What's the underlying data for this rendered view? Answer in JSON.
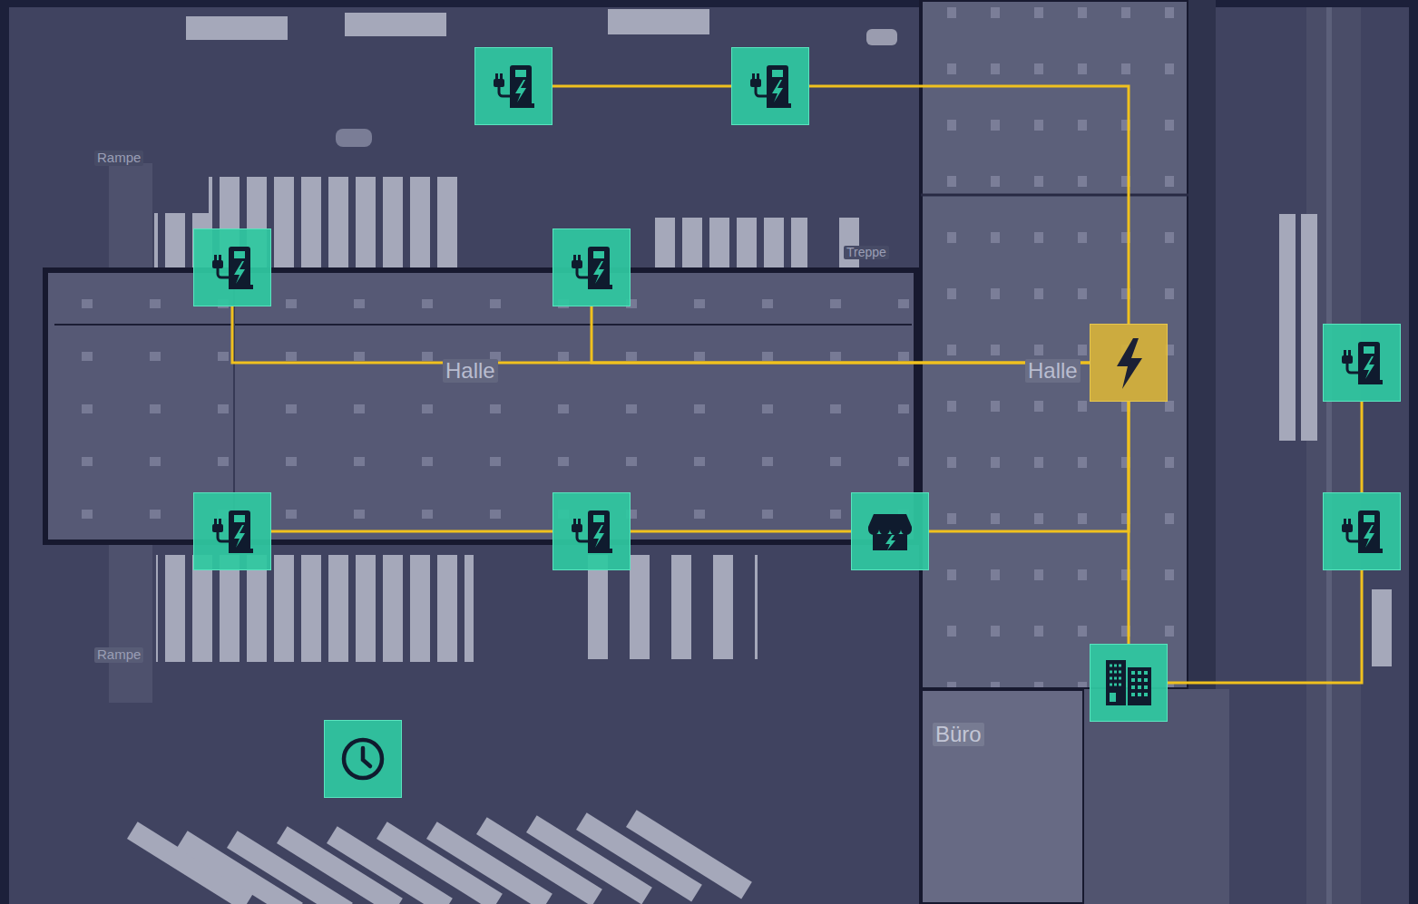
{
  "diagram": {
    "nodes": [
      {
        "text": []
      },
      {
        "text": []
      },
      {
        "text": []
      },
      {
        "text": []
      },
      {
        "text": []
      },
      {
        "text": []
      },
      {
        "text": []
      },
      {
        "text": []
      },
      {
        "text": []
      },
      {
        "text": []
      },
      {
        "text": []
      },
      {
        "text": []
      }
    ],
    "edges": [
      {
        "from": 0,
        "to": 1,
        "arrow": "none"
      },
      {
        "from": 1,
        "to": 4,
        "arrow": "none"
      },
      {
        "from": 2,
        "to": 4,
        "arrow": "none"
      },
      {
        "from": 3,
        "to": 4,
        "arrow": "none"
      },
      {
        "from": 4,
        "to": 10,
        "arrow": "none"
      },
      {
        "from": 6,
        "to": 7,
        "arrow": "none"
      },
      {
        "from": 7,
        "to": 8,
        "arrow": "none"
      },
      {
        "from": 8,
        "to": 4,
        "arrow": "none"
      },
      {
        "from": 5,
        "to": 9,
        "arrow": "none"
      },
      {
        "from": 9,
        "to": 10,
        "arrow": "none"
      }
    ],
    "labels": [
      "Halle",
      "Halle",
      "Büro",
      "Rampe",
      "Rampe",
      "Treppe"
    ]
  }
}
